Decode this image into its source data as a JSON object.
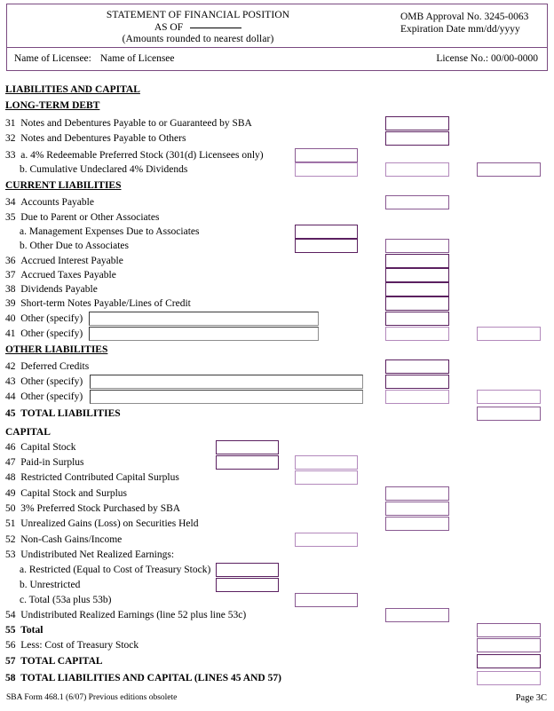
{
  "header": {
    "title": "STATEMENT OF FINANCIAL POSITION",
    "as_of_label": "AS OF",
    "subtitle": "(Amounts rounded to nearest dollar)",
    "omb_approval": "OMB Approval No. 3245-0063",
    "expiration": "Expiration Date  mm/dd/yyyy",
    "licensee_label": "Name of Licensee:",
    "licensee_value": "Name of Licensee",
    "license_no": "License No.:  00/00-0000"
  },
  "colors": {
    "border_dark": "#5B2060",
    "border_light": "#B389BC",
    "border_mid": "#8A5A92",
    "specify_border": "#3a3a3a",
    "page_background": "#ffffff",
    "text": "#000000"
  },
  "sections": {
    "liabilities_and_capital": "LIABILITIES AND CAPITAL",
    "long_term_debt": "LONG-TERM DEBT",
    "current_liabilities": "CURRENT LIABILITIES",
    "other_liabilities": "OTHER LIABILITIES",
    "capital": "CAPITAL"
  },
  "lines": [
    {
      "num": "31",
      "label": "Notes and Debentures Payable to or Guaranteed by SBA"
    },
    {
      "num": "32",
      "label": "Notes and Debentures Payable to Others"
    },
    {
      "num": "33",
      "label": "a. 4% Redeemable Preferred Stock (301(d) Licensees only)"
    },
    {
      "num": "",
      "label": "b. Cumulative Undeclared 4% Dividends"
    },
    {
      "num": "34",
      "label": "Accounts Payable"
    },
    {
      "num": "35",
      "label": "Due to Parent or Other Associates"
    },
    {
      "num": "",
      "label": "a.  Management Expenses Due to Associates"
    },
    {
      "num": "",
      "label": "b. Other Due to Associates"
    },
    {
      "num": "36",
      "label": "Accrued Interest Payable"
    },
    {
      "num": "37",
      "label": "Accrued Taxes Payable"
    },
    {
      "num": "38",
      "label": "Dividends Payable"
    },
    {
      "num": "39",
      "label": "Short-term Notes Payable/Lines of Credit"
    },
    {
      "num": "40",
      "label": "Other (specify)"
    },
    {
      "num": "41",
      "label": "Other (specify)"
    },
    {
      "num": "42",
      "label": "Deferred Credits"
    },
    {
      "num": "43",
      "label": "Other (specify)"
    },
    {
      "num": "44",
      "label": "Other (specify)"
    },
    {
      "num": "45",
      "label": "TOTAL LIABILITIES"
    },
    {
      "num": "46",
      "label": "Capital Stock"
    },
    {
      "num": "47",
      "label": "Paid-in Surplus"
    },
    {
      "num": "48",
      "label": "Restricted Contributed Capital Surplus"
    },
    {
      "num": "49",
      "label": "Capital Stock and Surplus"
    },
    {
      "num": "50",
      "label": "3% Preferred Stock Purchased by SBA"
    },
    {
      "num": "51",
      "label": "Unrealized Gains (Loss) on Securities Held"
    },
    {
      "num": "52",
      "label": "Non-Cash Gains/Income"
    },
    {
      "num": "53",
      "label": "Undistributed Net Realized Earnings:"
    },
    {
      "num": "",
      "label": "a.  Restricted (Equal to Cost of Treasury Stock)"
    },
    {
      "num": "",
      "label": "b.  Unrestricted"
    },
    {
      "num": "",
      "label": "c.  Total (53a plus 53b)"
    },
    {
      "num": "54",
      "label": "Undistributed Realized Earnings (line 52 plus line 53c)"
    },
    {
      "num": "55",
      "label": "Total"
    },
    {
      "num": "56",
      "label": "Less:  Cost of Treasury Stock"
    },
    {
      "num": "57",
      "label": "TOTAL CAPITAL"
    },
    {
      "num": "58",
      "label": "TOTAL LIABILITIES AND  CAPITAL (LINES 45 AND 57)"
    }
  ],
  "field_values": {
    "line31_colC": "",
    "line32_colC": "",
    "line33a_colB": "",
    "line33b_colB": "",
    "line33b_colC": "",
    "line33b_colD": "",
    "line34_colC": "",
    "line35a_colB": "",
    "line35b_colB": "",
    "line35b_colC": "",
    "line36_colC": "",
    "line37_colC": "",
    "line38_colC": "",
    "line39_colC": "",
    "line40_specify": "",
    "line40_colC": "",
    "line41_specify": "",
    "line41_colC": "",
    "line41_colD": "",
    "line42_colC": "",
    "line43_specify": "",
    "line43_colC": "",
    "line44_specify": "",
    "line44_colC": "",
    "line44_colD": "",
    "line45_colD": "",
    "line46_colA": "",
    "line47_colA": "",
    "line47_colB": "",
    "line48_colB": "",
    "line49_colC": "",
    "line50_colC": "",
    "line51_colC": "",
    "line52_colB": "",
    "line53a_colA": "",
    "line53b_colA": "",
    "line53c_colB": "",
    "line54_colC": "",
    "line55_colD": "",
    "line56_colD": "",
    "line57_colD": "",
    "line58_colD": ""
  },
  "footer": {
    "form_note": "SBA Form 468.1 (6/07) Previous editions obsolete",
    "page": "Page 3C"
  }
}
